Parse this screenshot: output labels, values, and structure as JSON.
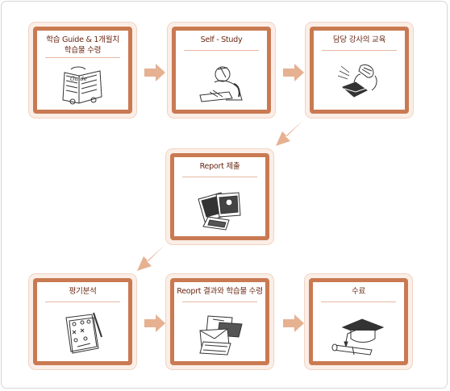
{
  "steps": [
    {
      "label": "학습 Guide & 1개월치\n학습물 수령",
      "icon": "guide-study-materials-icon"
    },
    {
      "label": "Self - Study",
      "icon": "self-study-icon"
    },
    {
      "label": "담당 강사의 교육",
      "icon": "instructor-phone-icon"
    },
    {
      "label": "Report 제출",
      "icon": "report-submission-icon"
    },
    {
      "label": "평기분석",
      "icon": "evaluation-analysis-icon"
    },
    {
      "label": "Reoprt 결과와 학습물 수령",
      "icon": "report-results-icon"
    },
    {
      "label": "수료",
      "icon": "graduation-cap-icon"
    }
  ],
  "colors": {
    "border": "#c97a52",
    "card_bg": "#fbeee6",
    "title": "#6a2814",
    "arrow": "#e2a37e"
  }
}
